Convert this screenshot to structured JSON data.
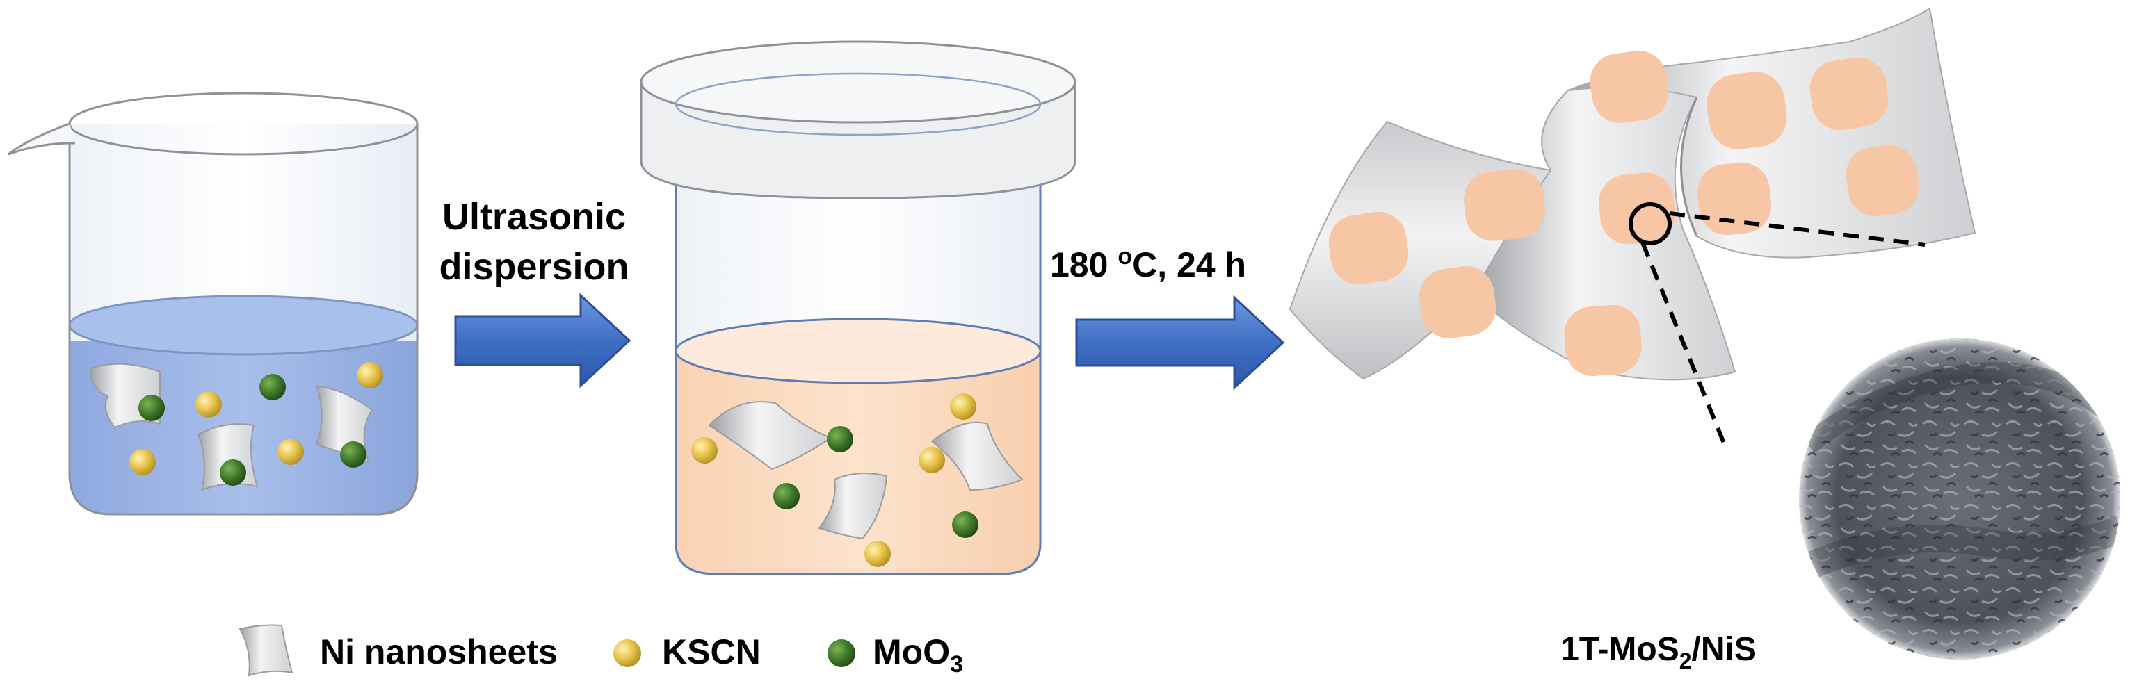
{
  "steps": {
    "step1_label_line1": "Ultrasonic",
    "step1_label_line2": "dispersion",
    "step2_label_prefix": "180 ",
    "step2_label_degree": "o",
    "step2_label_suffix": "C, 24 h"
  },
  "product": {
    "name_prefix": "1T-MoS",
    "name_sub": "2",
    "name_suffix": "/NiS"
  },
  "legend": {
    "item1": "Ni nanosheets",
    "item2": "KSCN",
    "item3_prefix": "MoO",
    "item3_sub": "3"
  },
  "colors": {
    "arrow": "#3f6fc6",
    "water": "#9db5e6",
    "solution": "#fbd9bd",
    "ksc_ball": "#e6c24a",
    "moo3_ball": "#3f7a2a",
    "patch": "#f6c6a5",
    "sheet": "#d7d8da"
  }
}
